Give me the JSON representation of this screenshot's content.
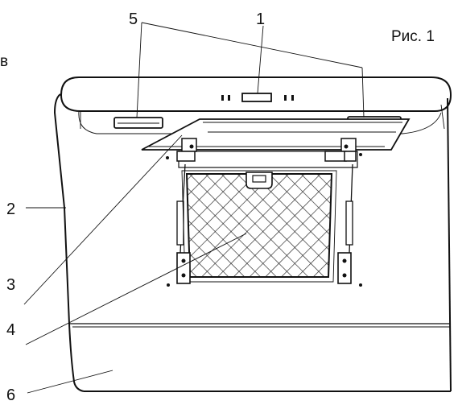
{
  "figure_label": "Рис. 1",
  "edge_fragment": "в",
  "callouts": {
    "c1": "1",
    "c2": "2",
    "c3": "3",
    "c4": "4",
    "c5": "5",
    "c6": "6"
  }
}
